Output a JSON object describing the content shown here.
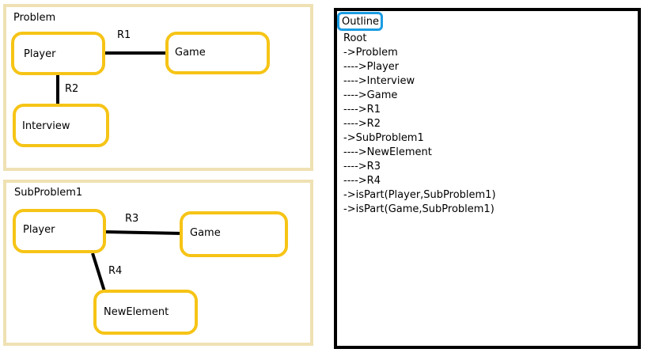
{
  "problem": {
    "title": "Problem",
    "nodes": {
      "player": "Player",
      "game": "Game",
      "interview": "Interview"
    },
    "edges": {
      "r1": "R1",
      "r2": "R2"
    }
  },
  "subproblem": {
    "title": "SubProblem1",
    "nodes": {
      "player": "Player",
      "game": "Game",
      "new_element": "NewElement"
    },
    "edges": {
      "r3": "R3",
      "r4": "R4"
    }
  },
  "outline": {
    "title": "Outline",
    "lines": [
      "Root",
      "->Problem",
      "---->Player",
      "---->Interview",
      "---->Game",
      "---->R1",
      "---->R2",
      "->SubProblem1",
      "---->NewElement",
      "---->R3",
      "---->R4",
      "->isPart(Player,SubProblem1)",
      "->isPart(Game,SubProblem1)"
    ]
  },
  "colors": {
    "panel_border": "#efe1b3",
    "node_border": "#f6c416",
    "outline_border": "#000000",
    "outline_title_border": "#1b9ce2"
  }
}
